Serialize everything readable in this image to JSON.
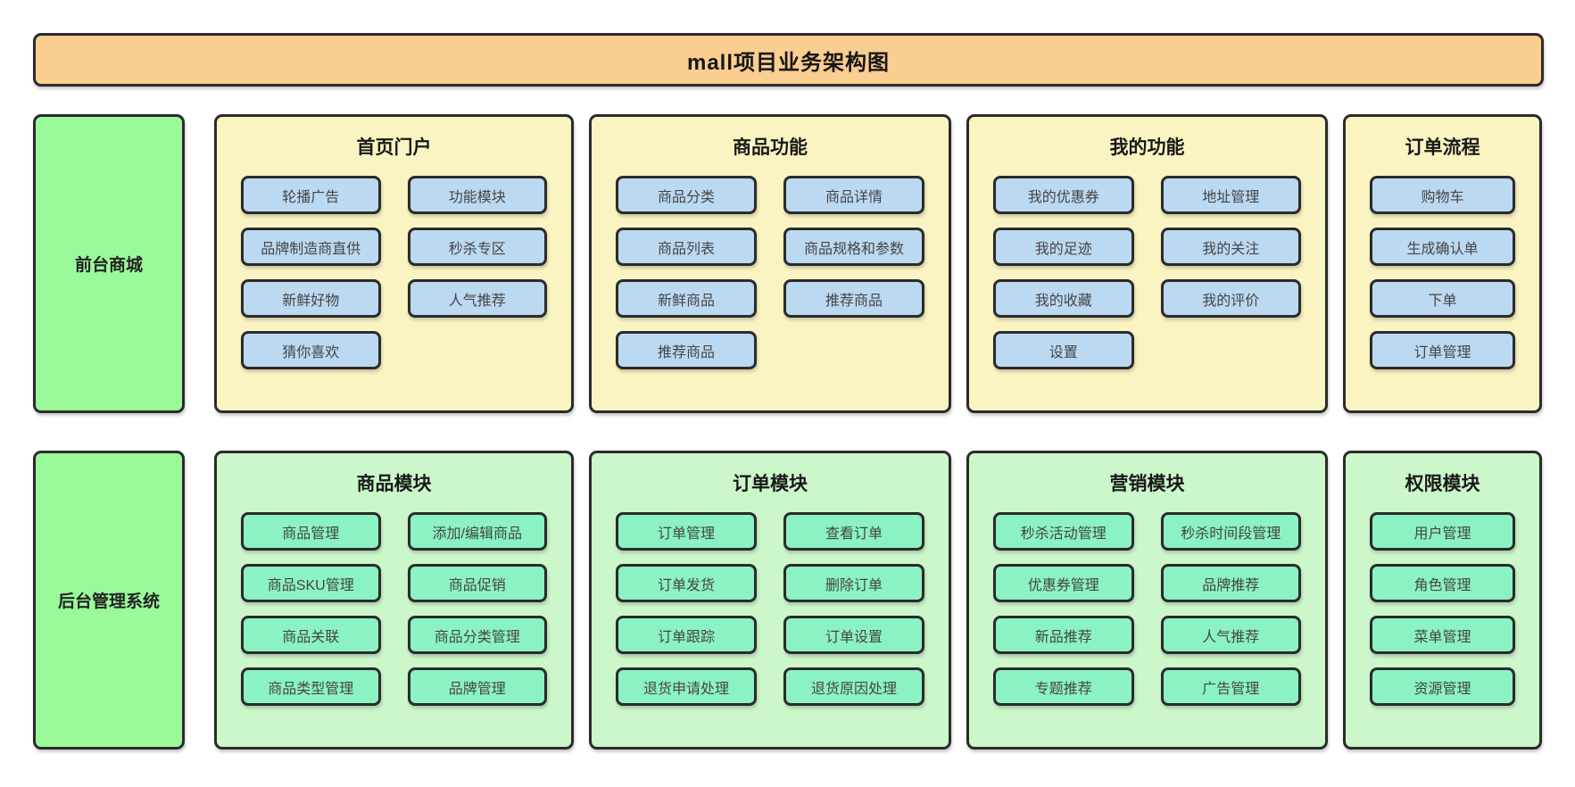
{
  "title": "mall项目业务架构图",
  "rows": [
    {
      "id": "front",
      "label": "前台商城",
      "sections": [
        {
          "title": "首页门户",
          "items": [
            "轮播广告",
            "功能模块",
            "品牌制造商直供",
            "秒杀专区",
            "新鲜好物",
            "人气推荐",
            "猜你喜欢"
          ]
        },
        {
          "title": "商品功能",
          "items": [
            "商品分类",
            "商品详情",
            "商品列表",
            "商品规格和参数",
            "新鲜商品",
            "推荐商品",
            "推荐商品"
          ]
        },
        {
          "title": "我的功能",
          "items": [
            "我的优惠券",
            "地址管理",
            "我的足迹",
            "我的关注",
            "我的收藏",
            "我的评价",
            "设置"
          ]
        },
        {
          "title": "订单流程",
          "items": [
            "购物车",
            "生成确认单",
            "下单",
            "订单管理"
          ]
        }
      ]
    },
    {
      "id": "back",
      "label": "后台管理系统",
      "sections": [
        {
          "title": "商品模块",
          "items": [
            "商品管理",
            "添加/编辑商品",
            "商品SKU管理",
            "商品促销",
            "商品关联",
            "商品分类管理",
            "商品类型管理",
            "品牌管理"
          ]
        },
        {
          "title": "订单模块",
          "items": [
            "订单管理",
            "查看订单",
            "订单发货",
            "删除订单",
            "订单跟踪",
            "订单设置",
            "退货申请处理",
            "退货原因处理"
          ]
        },
        {
          "title": "营销模块",
          "items": [
            "秒杀活动管理",
            "秒杀时间段管理",
            "优惠券管理",
            "品牌推荐",
            "新品推荐",
            "人气推荐",
            "专题推荐",
            "广告管理"
          ]
        },
        {
          "title": "权限模块",
          "items": [
            "用户管理",
            "角色管理",
            "菜单管理",
            "资源管理"
          ]
        }
      ]
    }
  ],
  "colors": {
    "border": "#2b2b2b",
    "title_bg": "#FACD91",
    "sidebar_bg": "#9AFA9A",
    "front_section_bg": "#FAF4C2",
    "front_button_bg": "#BCD9F2",
    "back_section_bg": "#CBF7CB",
    "back_button_bg": "#8BF2C4"
  }
}
